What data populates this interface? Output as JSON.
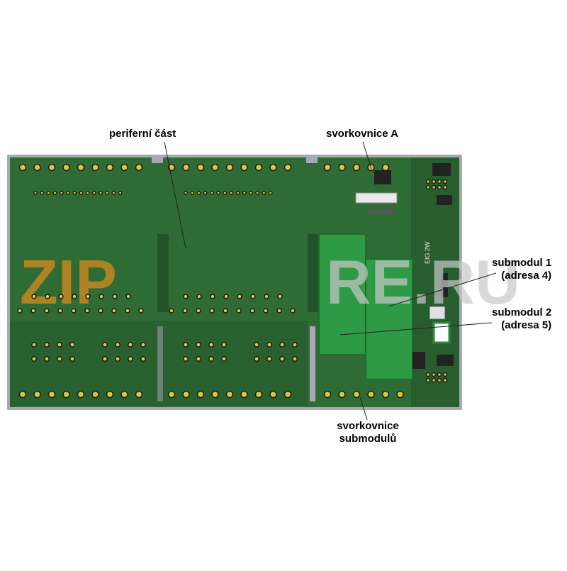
{
  "labels": {
    "peripheral": "periferní část",
    "terminal_a": "svorkovnice A",
    "submodule1_line1": "submodul 1",
    "submodule1_line2": "(adresa 4)",
    "submodule2_line1": "submodul 2",
    "submodule2_line2": "(adresa 5)",
    "submodule_terminal_line1": "svorkovnice",
    "submodule_terminal_line2": "submodulů"
  },
  "board": {
    "silkscreen_text": "EIG 2W"
  },
  "watermark": {
    "text_left": "ZIP",
    "text_right": "RE.RU"
  },
  "colors": {
    "pcb": "#2f6b35",
    "pcb_dark": "#24552b",
    "module": "#2f9a45",
    "pad": "#d8c83a",
    "frame": "#a8a8b4",
    "watermark": "#d98c1e"
  }
}
